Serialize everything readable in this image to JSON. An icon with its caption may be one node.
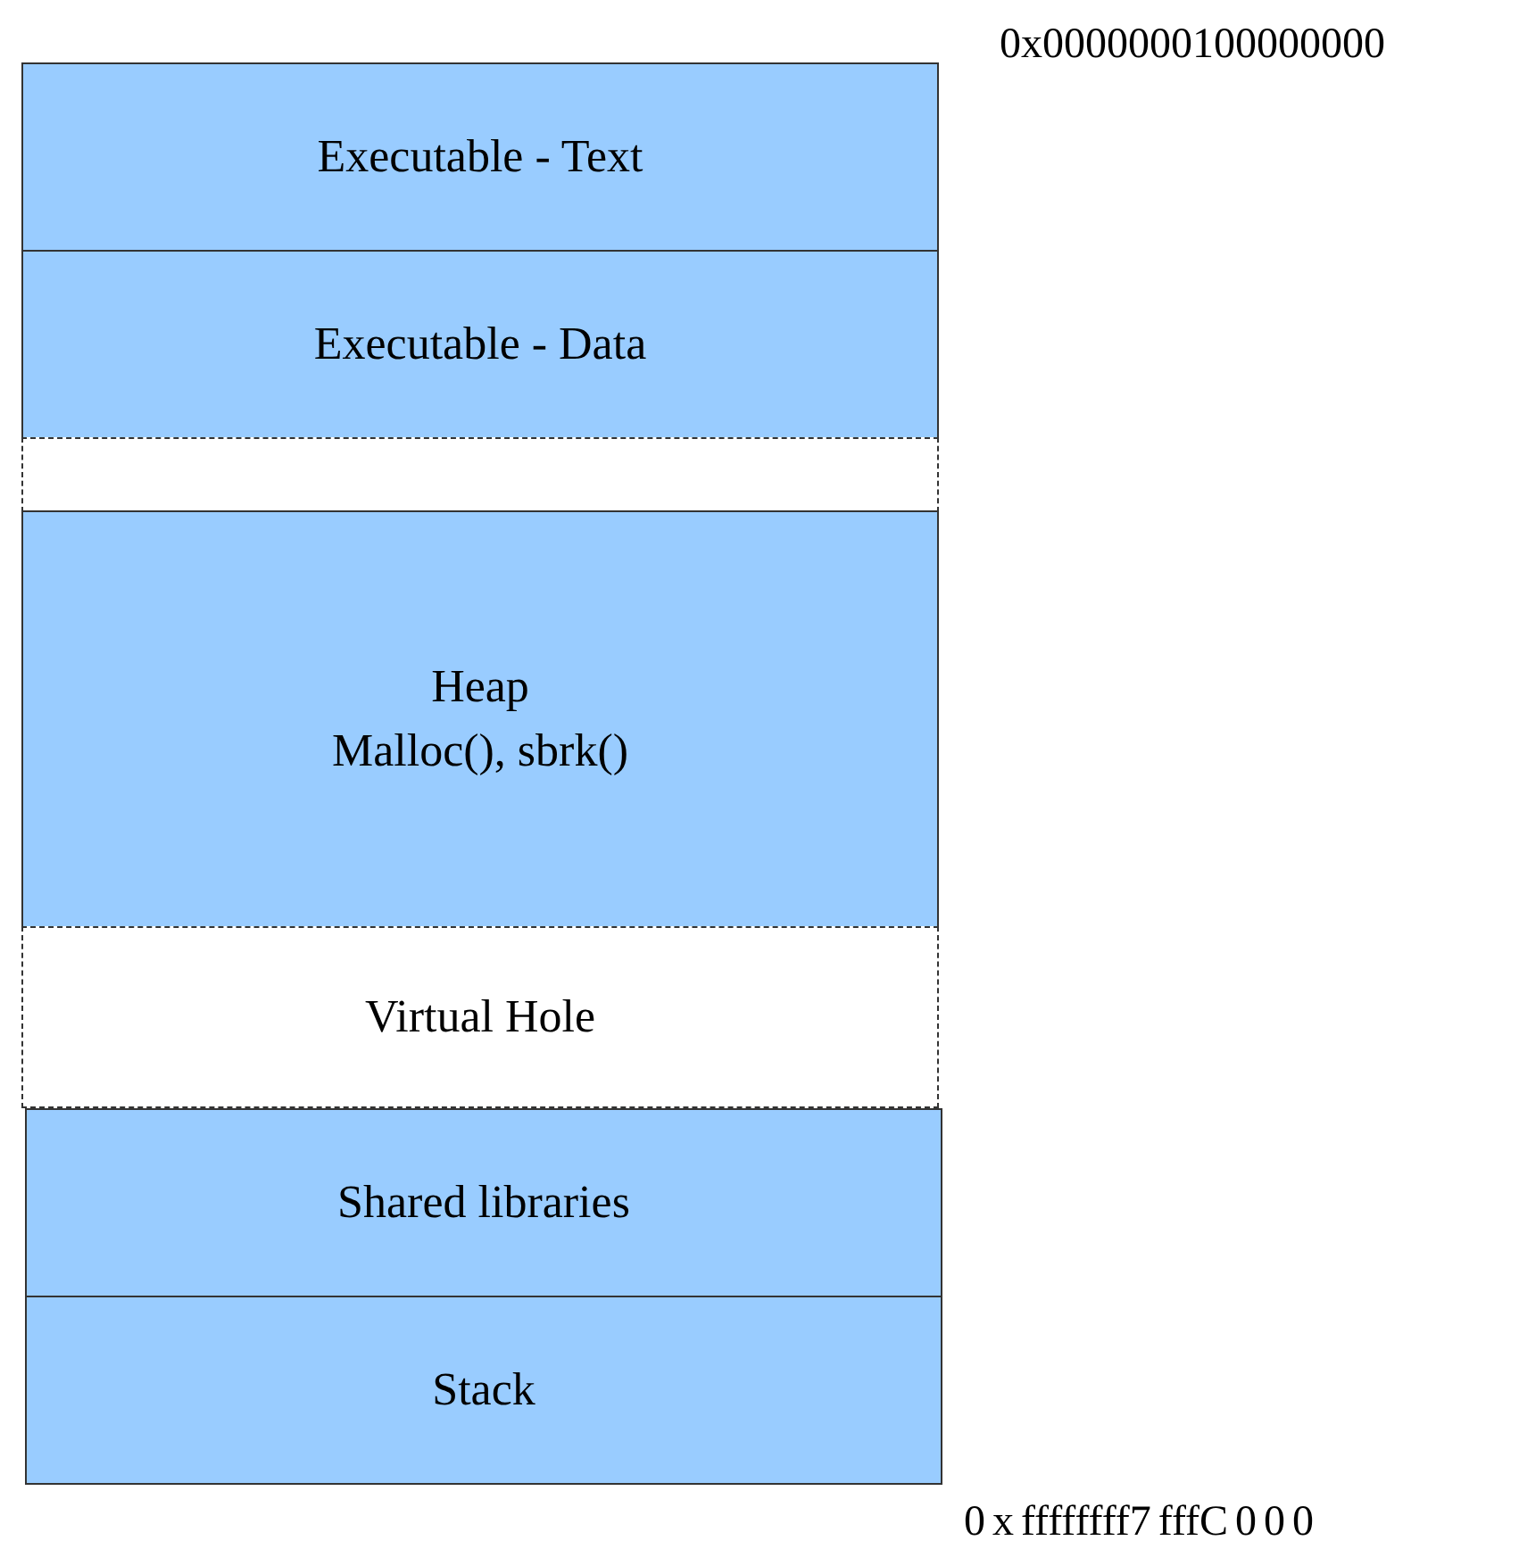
{
  "diagram": {
    "nodes": [
      {
        "text": [
          "Executable - Text"
        ]
      },
      {
        "text": [
          "Executable - Data"
        ]
      },
      {
        "text": [],
        "shape": "box"
      },
      {
        "text": [
          "Heap",
          "Malloc(), sbrk()"
        ]
      },
      {
        "text": [
          "Virtual Hole"
        ]
      },
      {
        "text": [
          "Shared libraries"
        ]
      },
      {
        "text": [
          "Stack"
        ]
      }
    ],
    "labels": [
      "0x0000000100000000",
      "0 x ffffffff7 fffC 0 0 0"
    ]
  }
}
